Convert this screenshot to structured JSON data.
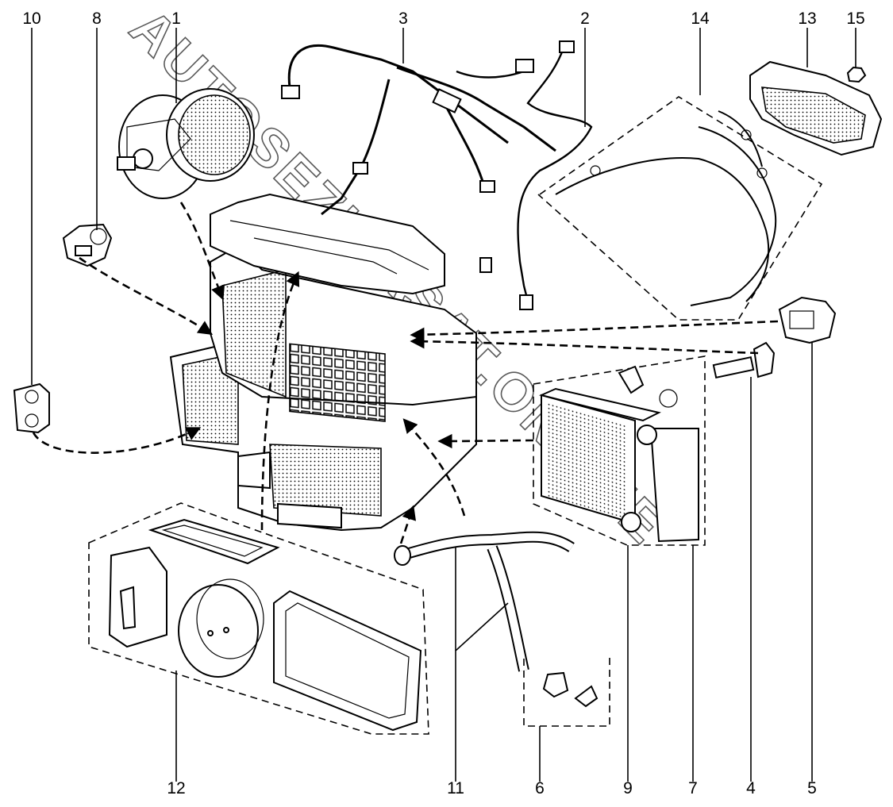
{
  "watermark": "AUTOSEZIKASAT.ONLINE",
  "callouts": {
    "n1": "1",
    "n2": "2",
    "n3": "3",
    "n4": "4",
    "n5": "5",
    "n6": "6",
    "n7": "7",
    "n8": "8",
    "n9": "9",
    "n10": "10",
    "n11": "11",
    "n12": "12",
    "n13": "13",
    "n14": "14",
    "n15": "15"
  }
}
